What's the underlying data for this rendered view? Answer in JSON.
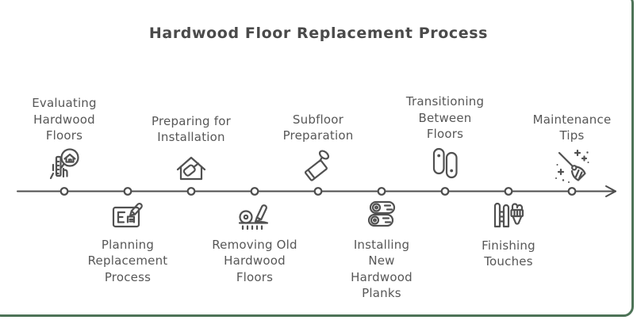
{
  "title": "Hardwood Floor Replacement Process",
  "colors": {
    "text": "#4c4c4c",
    "line": "#4d4d4d",
    "border_accent": "#4d7357",
    "background": "#ffffff"
  },
  "timeline": {
    "type": "horizontal-process-arrow",
    "direction": "left-to-right",
    "node_count": 9,
    "steps": [
      {
        "label": "Evaluating\nHardwood\nFloors",
        "icon": "house-magnifier-inspection-icon",
        "side": "above"
      },
      {
        "label": "Planning\nReplacement\nProcess",
        "icon": "blueprint-pencil-icon",
        "side": "below"
      },
      {
        "label": "Preparing for\nInstallation",
        "icon": "house-hammer-icon",
        "side": "above"
      },
      {
        "label": "Removing Old\nHardwood\nFloors",
        "icon": "measuring-gauge-pencil-icon",
        "side": "below"
      },
      {
        "label": "Subfloor\nPreparation",
        "icon": "trowel-icon",
        "side": "above"
      },
      {
        "label": "Installing\nNew\nHardwood\nPlanks",
        "icon": "wood-planks-icon",
        "side": "below"
      },
      {
        "label": "Transitioning\nBetween\nFloors",
        "icon": "transition-strips-icon",
        "side": "above"
      },
      {
        "label": "Finishing\nTouches",
        "icon": "fence-paintbrush-icon",
        "side": "below"
      },
      {
        "label": "Maintenance\nTips",
        "icon": "broom-sparkles-icon",
        "side": "above"
      }
    ]
  }
}
